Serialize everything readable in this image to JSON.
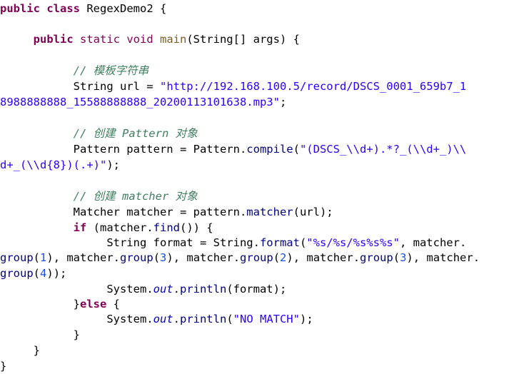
{
  "code_lines": [
    {
      "indent": "",
      "tokens": [
        {
          "t": "public class ",
          "c": "kw"
        },
        {
          "t": "RegexDemo2 {",
          "c": "pl"
        }
      ]
    },
    {
      "indent": "     ",
      "tokens": [
        {
          "t": "public ",
          "c": "kw"
        },
        {
          "t": "static void ",
          "c": "kwp"
        },
        {
          "t": "main",
          "c": "fn"
        },
        {
          "t": "(String[] args) {",
          "c": "pl"
        }
      ]
    },
    {
      "indent": "           ",
      "tokens": [
        {
          "t": "// 模板字符串",
          "c": "cmt"
        }
      ]
    },
    {
      "indent": "           ",
      "tokens": [
        {
          "t": "String url = ",
          "c": "pl"
        },
        {
          "t": "\"http://192.168.100.5/record/DSCS_0001_659b7_1",
          "c": "str"
        }
      ]
    },
    {
      "indent": "",
      "tokens": [
        {
          "t": "8988888888_15588888888_20200113101638.mp3\"",
          "c": "str"
        },
        {
          "t": ";",
          "c": "pl"
        }
      ]
    },
    {
      "indent": "           ",
      "tokens": [
        {
          "t": "// 创建 Pattern 对象",
          "c": "cmt"
        }
      ]
    },
    {
      "indent": "           ",
      "tokens": [
        {
          "t": "Pattern pattern = Pattern.",
          "c": "pl"
        },
        {
          "t": "compile",
          "c": "mth"
        },
        {
          "t": "(",
          "c": "pl"
        },
        {
          "t": "\"(DSCS_\\\\d+).*?_(\\\\d+_)\\\\",
          "c": "str"
        }
      ]
    },
    {
      "indent": "",
      "tokens": [
        {
          "t": "d+_(\\\\d{8})(.+)\"",
          "c": "str"
        },
        {
          "t": ");",
          "c": "pl"
        }
      ]
    },
    {
      "indent": "           ",
      "tokens": [
        {
          "t": "// 创建 matcher 对象",
          "c": "cmt"
        }
      ]
    },
    {
      "indent": "           ",
      "tokens": [
        {
          "t": "Matcher matcher = pattern.",
          "c": "pl"
        },
        {
          "t": "matcher",
          "c": "mth"
        },
        {
          "t": "(url);",
          "c": "pl"
        }
      ]
    },
    {
      "indent": "           ",
      "tokens": [
        {
          "t": "if ",
          "c": "kw"
        },
        {
          "t": "(matcher.",
          "c": "pl"
        },
        {
          "t": "find",
          "c": "mth"
        },
        {
          "t": "()) {",
          "c": "pl"
        }
      ]
    },
    {
      "indent": "                ",
      "tokens": [
        {
          "t": "String format = String.",
          "c": "pl"
        },
        {
          "t": "format",
          "c": "mth"
        },
        {
          "t": "(",
          "c": "pl"
        },
        {
          "t": "\"%s/%s/%s%s%s\"",
          "c": "str"
        },
        {
          "t": ", matcher.",
          "c": "pl"
        }
      ]
    },
    {
      "indent": "",
      "tokens": [
        {
          "t": "group",
          "c": "mth"
        },
        {
          "t": "(",
          "c": "pl"
        },
        {
          "t": "1",
          "c": "num"
        },
        {
          "t": "), matcher.",
          "c": "pl"
        },
        {
          "t": "group",
          "c": "mth"
        },
        {
          "t": "(",
          "c": "pl"
        },
        {
          "t": "3",
          "c": "num"
        },
        {
          "t": "), matcher.",
          "c": "pl"
        },
        {
          "t": "group",
          "c": "mth"
        },
        {
          "t": "(",
          "c": "pl"
        },
        {
          "t": "2",
          "c": "num"
        },
        {
          "t": "), matcher.",
          "c": "pl"
        },
        {
          "t": "group",
          "c": "mth"
        },
        {
          "t": "(",
          "c": "pl"
        },
        {
          "t": "3",
          "c": "num"
        },
        {
          "t": "), matcher.",
          "c": "pl"
        }
      ]
    },
    {
      "indent": "",
      "tokens": [
        {
          "t": "group",
          "c": "mth"
        },
        {
          "t": "(",
          "c": "pl"
        },
        {
          "t": "4",
          "c": "num"
        },
        {
          "t": "));",
          "c": "pl"
        }
      ]
    },
    {
      "indent": "                ",
      "tokens": [
        {
          "t": "System.",
          "c": "pl"
        },
        {
          "t": "out",
          "c": "fld"
        },
        {
          "t": ".",
          "c": "pl"
        },
        {
          "t": "println",
          "c": "mth"
        },
        {
          "t": "(format);",
          "c": "pl"
        }
      ]
    },
    {
      "indent": "           ",
      "tokens": [
        {
          "t": "}",
          "c": "pl"
        },
        {
          "t": "else ",
          "c": "kw"
        },
        {
          "t": "{",
          "c": "pl"
        }
      ]
    },
    {
      "indent": "                ",
      "tokens": [
        {
          "t": "System.",
          "c": "pl"
        },
        {
          "t": "out",
          "c": "fld"
        },
        {
          "t": ".",
          "c": "pl"
        },
        {
          "t": "println",
          "c": "mth"
        },
        {
          "t": "(",
          "c": "pl"
        },
        {
          "t": "\"NO MATCH\"",
          "c": "str"
        },
        {
          "t": ");",
          "c": "pl"
        }
      ]
    },
    {
      "indent": "           ",
      "tokens": [
        {
          "t": "}",
          "c": "pl"
        }
      ]
    },
    {
      "indent": "     ",
      "tokens": [
        {
          "t": "}",
          "c": "pl"
        }
      ]
    },
    {
      "indent": "",
      "tokens": [
        {
          "t": "}",
          "c": "pl"
        }
      ]
    }
  ]
}
